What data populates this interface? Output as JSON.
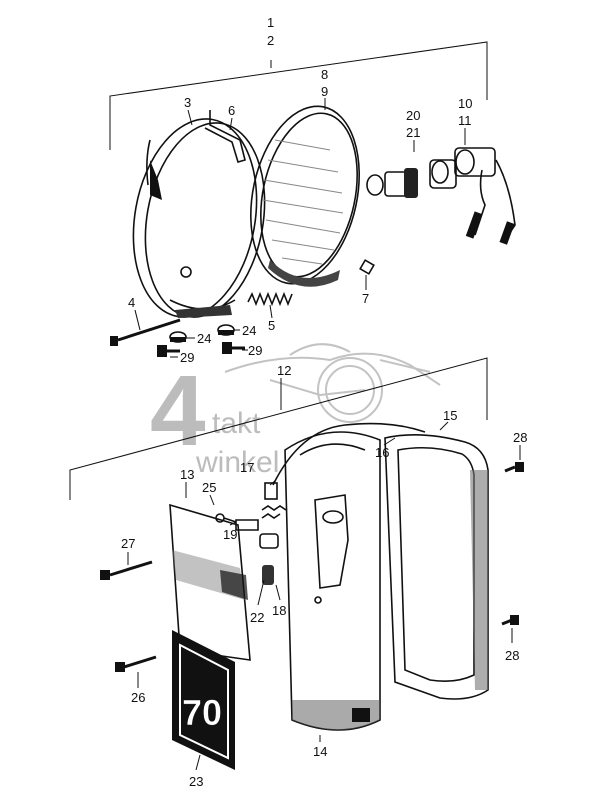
{
  "watermark": {
    "digit": "4",
    "line1": "takt",
    "line2": "winkel"
  },
  "plate_number": "70",
  "callouts": {
    "n1": "1",
    "n2": "2",
    "n3": "3",
    "n4": "4",
    "n5": "5",
    "n6": "6",
    "n7": "7",
    "n8": "8",
    "n9": "9",
    "n10": "10",
    "n11": "11",
    "n12": "12",
    "n13": "13",
    "n14": "14",
    "n15": "15",
    "n16": "16",
    "n17": "17",
    "n18": "18",
    "n19": "19",
    "n20": "20",
    "n21": "21",
    "n22": "22",
    "n23": "23",
    "n24a": "24",
    "n24b": "24",
    "n25": "25",
    "n26": "26",
    "n27": "27",
    "n28a": "28",
    "n28b": "28",
    "n29a": "29",
    "n29b": "29"
  }
}
